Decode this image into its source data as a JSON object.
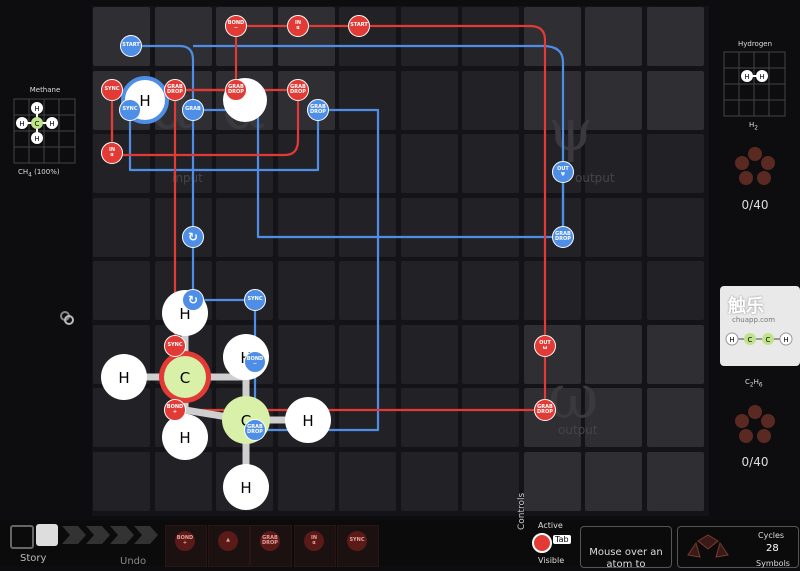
{
  "left_panel": {
    "title": "Methane",
    "formula": "CH",
    "formula_sub": "4",
    "formula_pct": "(100%)",
    "grid_atoms": [
      "H",
      "H",
      "C",
      "H",
      "H"
    ]
  },
  "right_panel_top": {
    "title": "Hydrogen",
    "formula": "H",
    "formula_sub": "2",
    "grid_atoms": [
      "H",
      "H"
    ],
    "counter": "0/40"
  },
  "right_panel_bottom": {
    "formula": "C",
    "formula_sub": "2",
    "formula_h": "H",
    "formula_h_sub": "6",
    "grid_atoms": [
      "H",
      "C",
      "C",
      "H"
    ],
    "counter": "0/40",
    "watermark_main": "触乐",
    "watermark_sub": "chuapp.com"
  },
  "board": {
    "input_label": "input",
    "output_psi_label": "output",
    "output_omega_label": "output",
    "psi_symbol": "ψ",
    "omega_symbol": "ω",
    "alpha_symbol": "α",
    "atoms": [
      {
        "el": "H"
      },
      {
        "el": "C"
      },
      {
        "el": "H"
      },
      {
        "el": "H"
      },
      {
        "el": "H"
      },
      {
        "el": "C"
      },
      {
        "el": "H"
      },
      {
        "el": "H"
      },
      {
        "el": "H"
      }
    ],
    "red_instr": [
      {
        "text": "BOND\n−"
      },
      {
        "text": "IN\nα"
      },
      {
        "text": "START"
      },
      {
        "text": "SYNC"
      },
      {
        "text": "GRAB\nDROP"
      },
      {
        "text": "GRAB\nDROP"
      },
      {
        "text": "GRAB\nDROP"
      },
      {
        "text": "IN\nα"
      },
      {
        "text": "SYNC"
      },
      {
        "text": "OUT\nω"
      },
      {
        "text": "BOND\n+"
      },
      {
        "text": "GRAB\nDROP"
      }
    ],
    "blue_instr": [
      {
        "text": "START"
      },
      {
        "text": "SYNC"
      },
      {
        "text": "GRAB"
      },
      {
        "text": "GRAB\nDROP"
      },
      {
        "text": "OUT\nψ"
      },
      {
        "text": "GRAB\nDROP"
      },
      {
        "text": "↻"
      },
      {
        "text": "↻"
      },
      {
        "text": "SYNC"
      },
      {
        "text": "BOND\n−"
      },
      {
        "text": "GRAB\nDROP"
      }
    ]
  },
  "bottom": {
    "story_label": "Story",
    "undo_label": "Undo",
    "palette": [
      {
        "text": "BOND\n+"
      },
      {
        "text": "▲"
      },
      {
        "text": "GRAB\nDROP"
      },
      {
        "text": "IN\nα"
      },
      {
        "text": "SYNC"
      }
    ],
    "controls_label": "Controls",
    "active_label": "Active",
    "tab_key": "Tab",
    "visible_label": "Visible",
    "hint_text": "Mouse over an atom to",
    "cycles_label": "Cycles",
    "cycles_value": "28",
    "symbols_label": "Symbols"
  },
  "colors": {
    "red": "#e23a35",
    "blue": "#4f8ee6",
    "atom_c_fill": "#d8f0a8"
  }
}
